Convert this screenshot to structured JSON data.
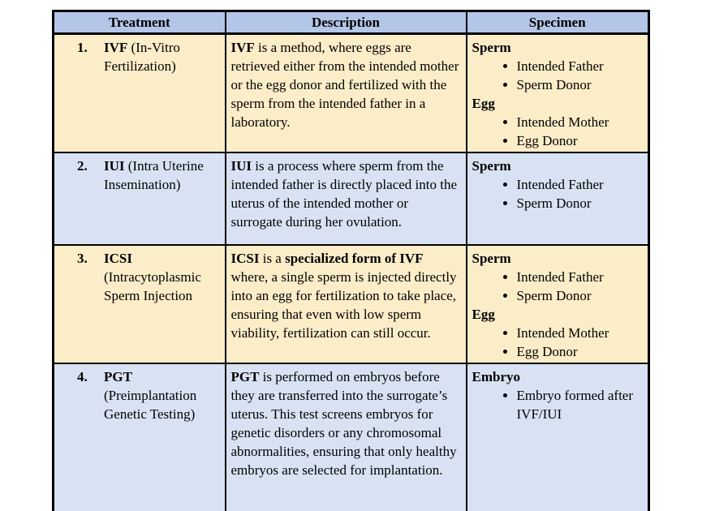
{
  "colors": {
    "header_bg": "#B4C6E7",
    "row_cream_bg": "#FCEDC9",
    "row_blue_bg": "#D9E2F3",
    "border": "#000000",
    "text": "#000000",
    "page_bg": "#ffffff"
  },
  "table": {
    "headers": [
      "Treatment",
      "Description",
      "Specimen"
    ],
    "rows": [
      {
        "number": "1.",
        "treatment": [
          {
            "t": "IVF",
            "b": true
          },
          {
            "t": " (In-Vitro Fertilization)",
            "b": false
          }
        ],
        "description": [
          {
            "t": "IVF",
            "b": true
          },
          {
            "t": " is a method, where eggs are retrieved either from the intended mother or the egg donor and fertilized with the sperm from the intended father in a laboratory.",
            "b": false
          }
        ],
        "specimen": [
          {
            "label": "Sperm",
            "items": [
              "Intended Father",
              "Sperm Donor"
            ]
          },
          {
            "label": "Egg",
            "items": [
              "Intended Mother",
              "Egg Donor"
            ]
          }
        ]
      },
      {
        "number": "2.",
        "treatment": [
          {
            "t": "IUI",
            "b": true
          },
          {
            "t": " (Intra Uterine Insemination)",
            "b": false
          }
        ],
        "description": [
          {
            "t": "IUI",
            "b": true
          },
          {
            "t": " is a process where sperm from the intended father is directly placed into the uterus of the intended mother or surrogate during her ovulation.",
            "b": false
          }
        ],
        "specimen": [
          {
            "label": "Sperm",
            "items": [
              "Intended Father",
              "Sperm Donor"
            ]
          }
        ]
      },
      {
        "number": "3.",
        "treatment": [
          {
            "t": "ICSI",
            "b": true
          },
          {
            "t": " (Intracytoplasmic Sperm Injection",
            "b": false
          }
        ],
        "description": [
          {
            "t": "ICSI",
            "b": true
          },
          {
            "t": " is a ",
            "b": false
          },
          {
            "t": "specialized form of IVF",
            "b": true
          },
          {
            "t": " where, a single sperm is injected directly into an egg for fertilization to take place, ensuring that even with low sperm viability, fertilization can still occur.",
            "b": false
          }
        ],
        "specimen": [
          {
            "label": "Sperm",
            "items": [
              "Intended Father",
              "Sperm Donor"
            ]
          },
          {
            "label": "Egg",
            "items": [
              "Intended Mother",
              "Egg Donor"
            ]
          }
        ]
      },
      {
        "number": "4.",
        "treatment": [
          {
            "t": "PGT",
            "b": true
          },
          {
            "t": " (Preimplantation Genetic Testing)",
            "b": false
          }
        ],
        "description": [
          {
            "t": "PGT",
            "b": true
          },
          {
            "t": " is performed on embryos before they are transferred into the surrogate’s uterus. This test screens embryos for genetic disorders or any chromosomal abnormalities, ensuring that only healthy embryos are selected for implantation.",
            "b": false
          }
        ],
        "specimen": [
          {
            "label": "Embryo",
            "items": [
              "Embryo formed after IVF/IUI"
            ]
          }
        ]
      }
    ]
  }
}
